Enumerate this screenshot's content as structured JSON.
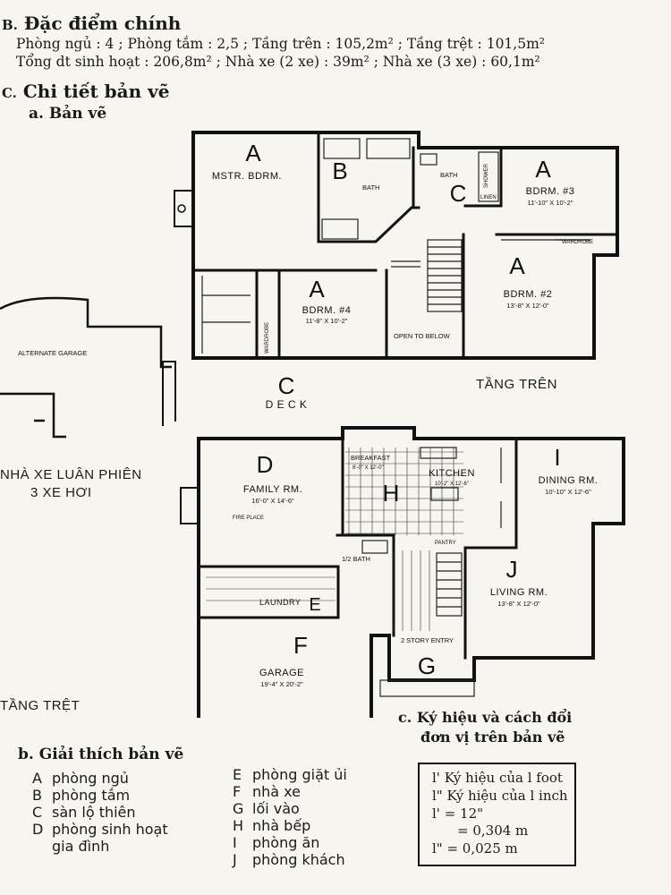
{
  "features": {
    "marker": "B.",
    "heading": "Đặc điểm chính",
    "line1": "Phòng ngủ : 4 ; Phòng tắm : 2,5 ; Tầng trên : 105,2m² ; Tầng trệt : 101,5m²",
    "line2": "Tổng dt sinh hoạt : 206,8m² ; Nhà xe (2 xe) : 39m² ; Nhà xe (3 xe) : 60,1m²"
  },
  "details": {
    "marker": "C.",
    "heading": "Chi tiết bản vẽ",
    "sub_a": "a. Bản vẽ"
  },
  "upper_floor": {
    "caption": "TẦNG TRÊN",
    "rooms": {
      "mstr": "MSTR. BDRM.",
      "bath1": "BATH",
      "bath2": "BATH",
      "bdrm3": "BDRM. #3",
      "bdrm3_dim": "11'-10\" X 10'-2\"",
      "bdrm4": "BDRM. #4",
      "bdrm4_dim": "11'-8\" X 10'-2\"",
      "bdrm2": "BDRM. #2",
      "bdrm2_dim": "13'-8\" X 12'-0\"",
      "open_below": "OPEN TO BELOW",
      "wardrobe": "WARDROBE",
      "linen": "LINEN",
      "shower": "SHOWER",
      "deck": "D E C K"
    },
    "letters": {
      "a1": "A",
      "b": "B",
      "c1": "C",
      "a2": "A",
      "a3": "A",
      "a4": "A",
      "c2": "C"
    }
  },
  "alt_garage": {
    "label": "ALTERNATE GARAGE",
    "caption1": "NHÀ XE LUÂN PHIÊN",
    "caption2": "3 XE HƠI"
  },
  "ground_floor": {
    "caption": "TẦNG TRỆT",
    "rooms": {
      "family": "FAMILY RM.",
      "family_dim": "16'-0\" X 14'-6\"",
      "breakfast": "BREAKFAST",
      "breakfast_dim": "8'-0\" X 12'-0\"",
      "kitchen": "KITCHEN",
      "kitchen_dim": "10'-2\" X 12'-6\"",
      "dining": "DINING RM.",
      "dining_dim": "10'-10\" X 12'-6\"",
      "living": "LIVING RM.",
      "living_dim": "13'-8\" X 12'-0\"",
      "garage": "GARAGE",
      "garage_dim": "19'-4\" X 20'-2\"",
      "laundry": "LAUNDRY",
      "half_bath": "1/2 BATH",
      "entry": "2 STORY ENTRY",
      "pantry": "PANTRY",
      "fireplace": "FIRE PLACE"
    },
    "letters": {
      "d": "D",
      "h": "H",
      "i": "I",
      "j": "J",
      "e": "E",
      "f": "F",
      "g": "G"
    }
  },
  "legend": {
    "heading": "b. Giải thích bản vẽ",
    "left": [
      {
        "k": "A",
        "v": "phòng ngủ"
      },
      {
        "k": "B",
        "v": "phòng tắm"
      },
      {
        "k": "C",
        "v": "sàn lộ thiên"
      },
      {
        "k": "D",
        "v": "phòng sinh hoạt"
      },
      {
        "k": "",
        "v": "gia đình"
      }
    ],
    "right": [
      {
        "k": "E",
        "v": "phòng giặt ủi"
      },
      {
        "k": "F",
        "v": "nhà xe"
      },
      {
        "k": "G",
        "v": "lối vào"
      },
      {
        "k": "H",
        "v": "nhà bếp"
      },
      {
        "k": "I",
        "v": "phòng ăn"
      },
      {
        "k": "J",
        "v": "phòng khách"
      }
    ]
  },
  "units": {
    "heading1": "c. Ký hiệu và cách đổi",
    "heading2": "đơn vị trên bản vẽ",
    "lines": [
      "l' Ký hiệu của l foot",
      "l\" Ký hiệu của l inch",
      "l'  = 12\"",
      "= 0,304 m",
      "l\"  = 0,025 m"
    ]
  }
}
